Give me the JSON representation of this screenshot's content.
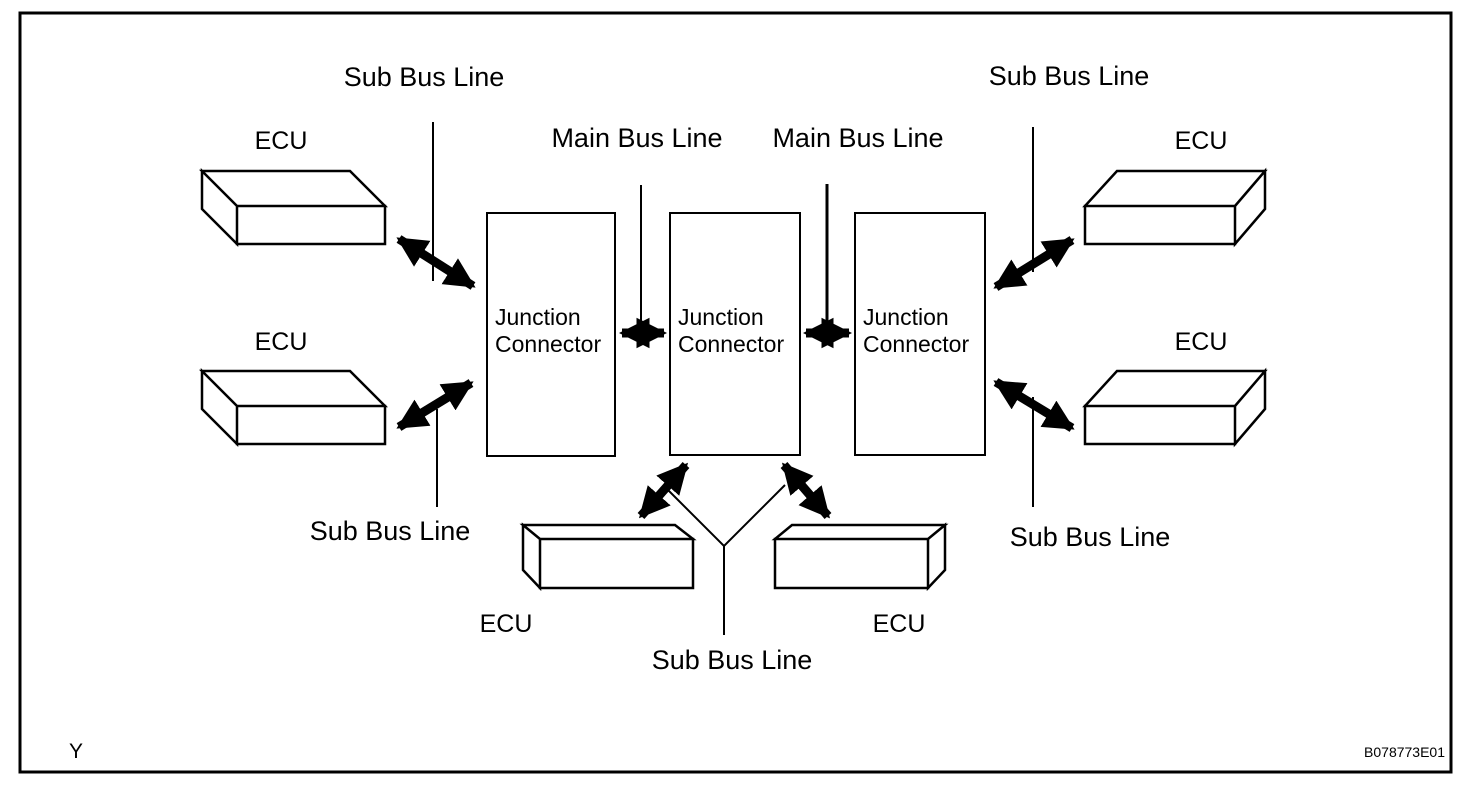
{
  "labels": {
    "sub_bus_line": "Sub Bus Line",
    "main_bus_line": "Main Bus Line",
    "ecu": "ECU",
    "junction_line1": "Junction",
    "junction_line2": "Connector"
  },
  "footer": {
    "corner_mark": "Y",
    "figure_code": "B078773E01"
  },
  "colors": {
    "line": "#000000",
    "background": "#ffffff"
  }
}
